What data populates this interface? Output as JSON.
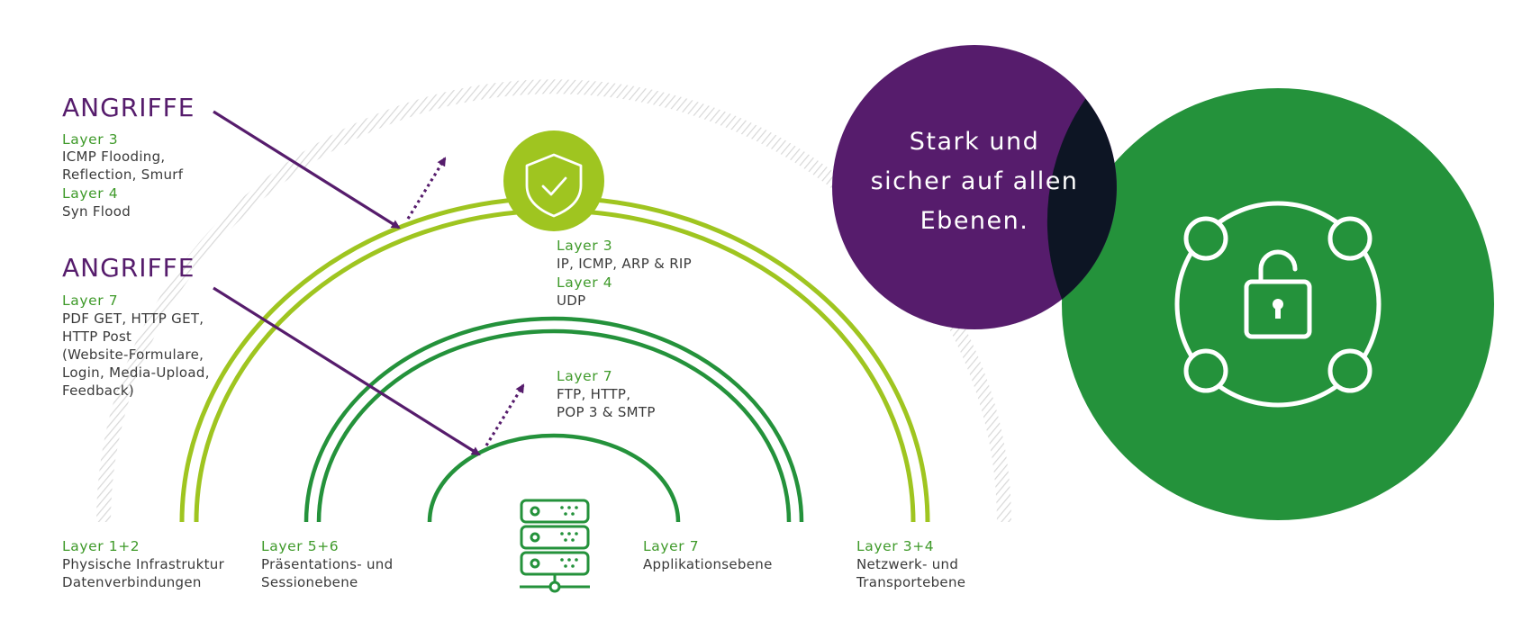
{
  "colors": {
    "purple": "#561c6c",
    "green": "#24923b",
    "lime": "#9fc520",
    "label_green": "#3f9a2a",
    "overlap": "#0d1524",
    "hatch": "#d8d8d8"
  },
  "attacks": [
    {
      "heading": "ANGRIFFE",
      "groups": [
        {
          "layer": "Layer 3",
          "lines": [
            "ICMP Flooding,",
            "Reflection, Smurf"
          ]
        },
        {
          "layer": "Layer 4",
          "lines": [
            "Syn Flood"
          ]
        }
      ]
    },
    {
      "heading": "ANGRIFFE",
      "groups": [
        {
          "layer": "Layer 7",
          "lines": [
            "PDF GET, HTTP GET,",
            "HTTP Post",
            "(Website-Formulare,",
            "Login, Media-Upload,",
            "Feedback)"
          ]
        }
      ]
    }
  ],
  "protocols": [
    {
      "layer": "Layer 3",
      "text": "IP, ICMP, ARP & RIP"
    },
    {
      "layer": "Layer 4",
      "text": "UDP"
    },
    {
      "layer": "Layer 7",
      "text": "FTP, HTTP,"
    },
    {
      "layer": "",
      "text": "POP 3 & SMTP"
    }
  ],
  "bottom_labels": [
    {
      "layer": "Layer 1+2",
      "lines": [
        "Physische Infrastruktur",
        "Datenverbindungen"
      ]
    },
    {
      "layer": "Layer 5+6",
      "lines": [
        "Präsentations- und",
        "Sessionebene"
      ]
    },
    {
      "layer": "Layer 7",
      "lines": [
        "Applikationsebene"
      ]
    },
    {
      "layer": "Layer 3+4",
      "lines": [
        "Netzwerk- und",
        "Transportebene"
      ]
    }
  ],
  "slogan": [
    "Stark und",
    "sicher auf allen",
    "Ebenen."
  ],
  "icons": [
    "shield-check-icon",
    "server-icon",
    "padlock-network-icon"
  ]
}
